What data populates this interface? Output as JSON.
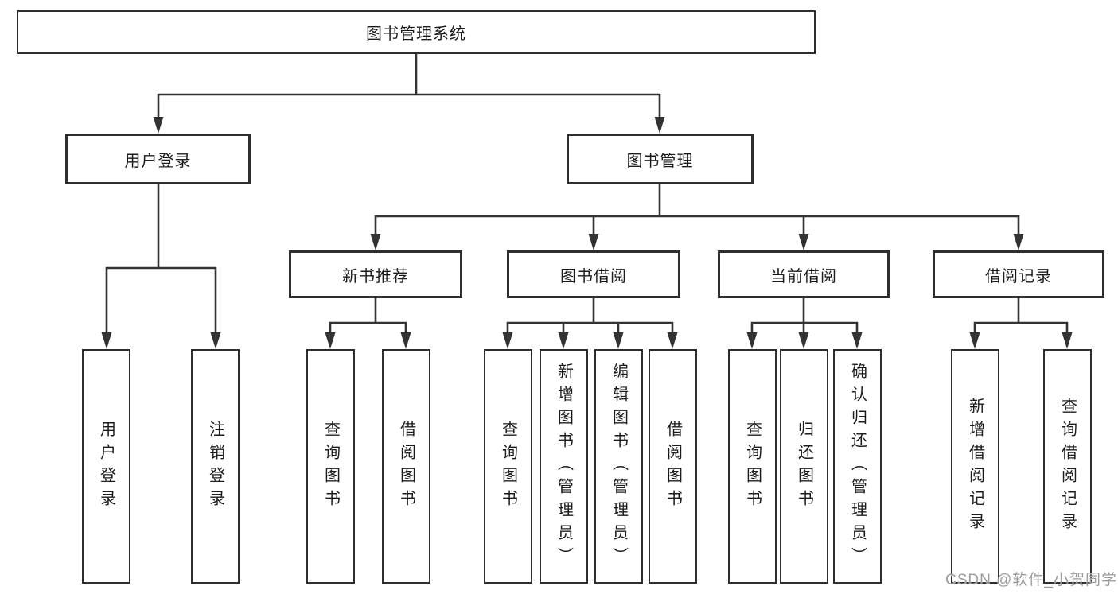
{
  "colors": {
    "background": "#ffffff",
    "line": "#333333",
    "border": "#2e2e2e",
    "text": "#1c1c1c",
    "watermark": "#9d9d9d"
  },
  "watermark": {
    "text": "CSDN @软件_小贺同学"
  },
  "tree": {
    "root": {
      "label": "图书管理系统",
      "children": [
        {
          "label": "用户登录",
          "children": [
            {
              "label": "用户登录"
            },
            {
              "label": "注销登录"
            }
          ]
        },
        {
          "label": "图书管理",
          "children": [
            {
              "label": "新书推荐",
              "children": [
                {
                  "label": "查询图书"
                },
                {
                  "label": "借阅图书"
                }
              ]
            },
            {
              "label": "图书借阅",
              "children": [
                {
                  "label": "查询图书"
                },
                {
                  "label": "新增图书（管理员）"
                },
                {
                  "label": "编辑图书（管理员）"
                },
                {
                  "label": "借阅图书"
                }
              ]
            },
            {
              "label": "当前借阅",
              "children": [
                {
                  "label": "查询图书"
                },
                {
                  "label": "归还图书"
                },
                {
                  "label": "确认归还（管理员）"
                }
              ]
            },
            {
              "label": "借阅记录",
              "children": [
                {
                  "label": "新增借阅记录"
                },
                {
                  "label": "查询借阅记录"
                }
              ]
            }
          ]
        }
      ]
    }
  }
}
